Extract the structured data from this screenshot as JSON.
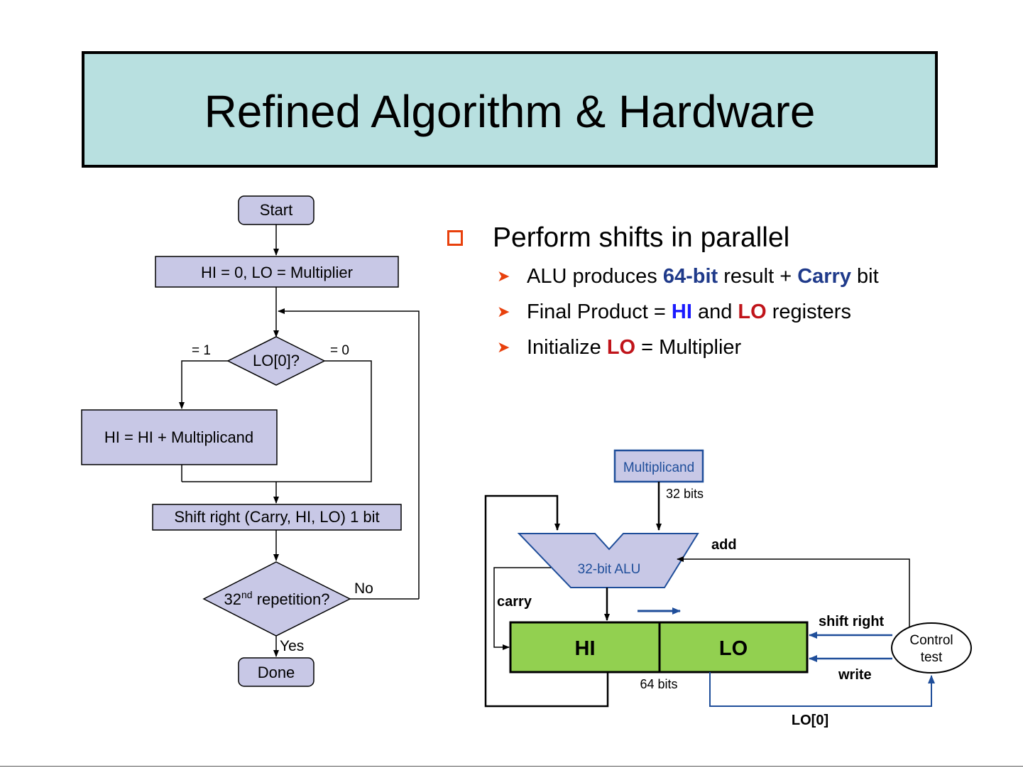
{
  "title": "Refined Algorithm & Hardware",
  "flowchart": {
    "start": "Start",
    "init": "HI = 0, LO = Multiplier",
    "decision1": "LO[0]?",
    "eq1": "= 1",
    "eq0": "= 0",
    "add": "HI = HI + Multiplicand",
    "shift": "Shift right (Carry, HI, LO) 1 bit",
    "decision2_num": "32",
    "decision2_sup": "nd",
    "decision2_rest": " repetition?",
    "no": "No",
    "yes": "Yes",
    "done": "Done"
  },
  "bullets": {
    "main": "Perform shifts in parallel",
    "sub1": {
      "a": "ALU produces ",
      "b": "64-bit",
      "c": " result + ",
      "d": "Carry",
      "e": " bit"
    },
    "sub2": {
      "a": "Final Product = ",
      "b": "HI",
      "c": " and ",
      "d": "LO",
      "e": " registers"
    },
    "sub3": {
      "a": "Initialize ",
      "b": "LO",
      "c": " = Multiplier"
    }
  },
  "hardware": {
    "multiplicand": "Multiplicand",
    "bits32": "32 bits",
    "alu": "32-bit ALU",
    "add": "add",
    "carry": "carry",
    "hi": "HI",
    "lo": "LO",
    "shift_right": "shift right",
    "control1": "Control",
    "control2": "test",
    "write": "write",
    "bits64": "64 bits",
    "lo0": "LO[0]"
  },
  "colors": {
    "title_bg": "#b8e0e0",
    "box_fill": "#c8c8e6",
    "register_fill": "#92d050",
    "hw_blue": "#1f4e9a",
    "accent_orange": "#e8400c"
  }
}
